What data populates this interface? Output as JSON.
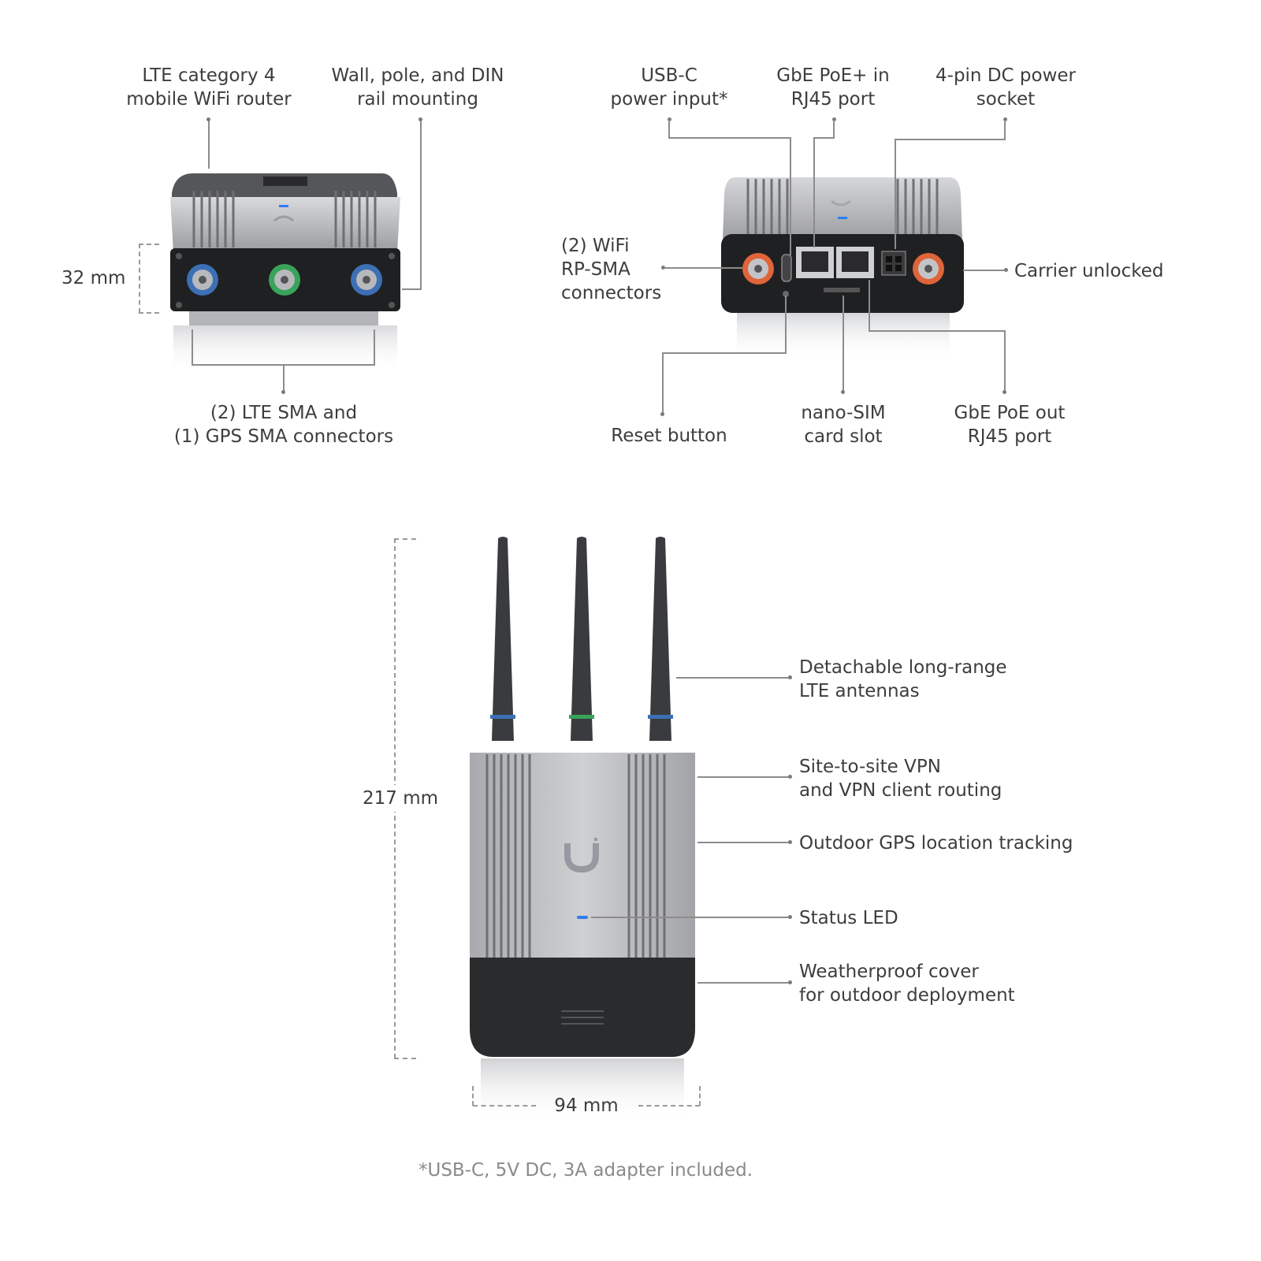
{
  "top_left": {
    "router_label": "LTE category 4\nmobile WiFi router",
    "mount_label": "Wall, pole, and DIN\nrail mounting",
    "height_dim": "32 mm",
    "sma_label": "(2) LTE SMA and\n(1) GPS SMA connectors"
  },
  "top_right": {
    "usbc_label": "USB-C\npower input*",
    "poe_in_label": "GbE PoE+ in\nRJ45 port",
    "dc_label": "4-pin DC power\nsocket",
    "wifi_label": "(2) WiFi\nRP-SMA\nconnectors",
    "carrier_label": "Carrier unlocked",
    "reset_label": "Reset button",
    "sim_label": "nano-SIM\ncard slot",
    "poe_out_label": "GbE PoE out\nRJ45 port"
  },
  "bottom": {
    "antennas_label": "Detachable long-range\nLTE antennas",
    "vpn_label": "Site-to-site VPN\nand VPN client routing",
    "gps_label": "Outdoor GPS location tracking",
    "led_label": "Status LED",
    "cover_label": "Weatherproof cover\nfor outdoor deployment",
    "height_dim": "217 mm",
    "width_dim": "94 mm"
  },
  "footnote": "*USB-C, 5V DC, 3A adapter included.",
  "colors": {
    "lte_ring": "#3d6fb5",
    "gps_ring": "#3aa35a",
    "wifi_ring": "#e0643a",
    "led": "#2f7df0"
  }
}
